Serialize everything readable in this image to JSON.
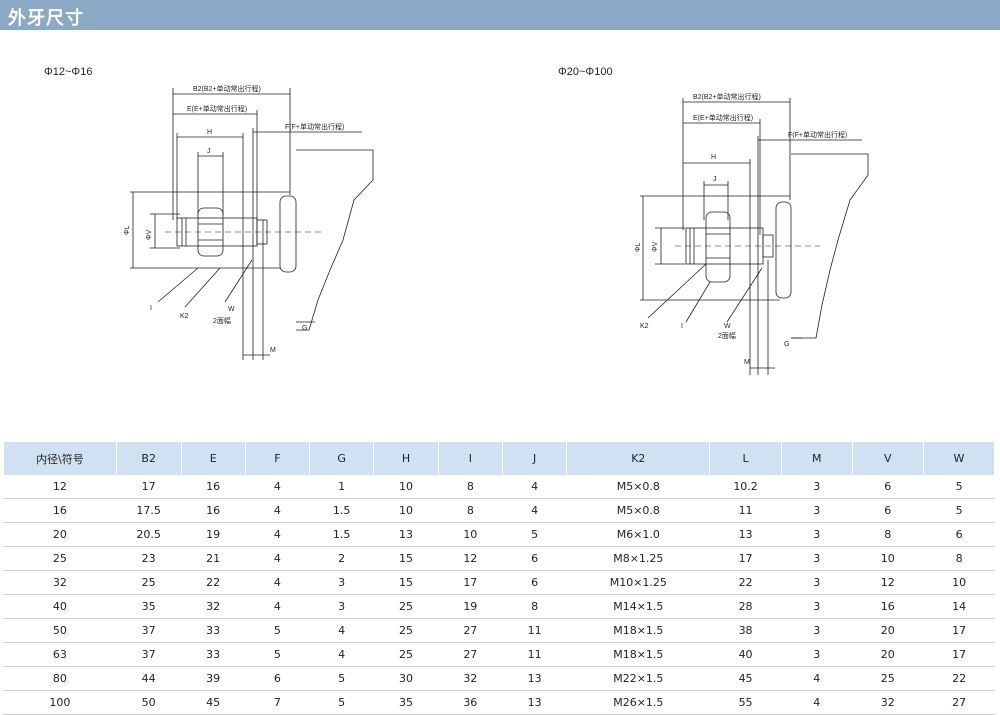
{
  "header": {
    "title": "外牙尺寸"
  },
  "diagrams": [
    {
      "range_label": "Φ12~Φ16",
      "labels": {
        "b2": "B2(B2+单动常出行程)",
        "e": "E(E+单动常出行程)",
        "f": "F(F+单动常出行程)",
        "h": "H",
        "j": "J",
        "l": "ΦL",
        "v": "ΦV",
        "i": "I",
        "k2": "K2",
        "w": "W",
        "w_note": "2面幅",
        "g": "G",
        "m": "M"
      }
    },
    {
      "range_label": "Φ20~Φ100",
      "labels": {
        "b2": "B2(B2+单动常出行程)",
        "e": "E(E+单动常出行程)",
        "f": "F(F+单动常出行程)",
        "h": "H",
        "j": "J",
        "l": "ΦL",
        "v": "ΦV",
        "k2": "K2",
        "i": "I",
        "w": "W",
        "w_note": "2面幅",
        "g": "G",
        "m": "M"
      }
    }
  ],
  "table": {
    "headers": [
      "内径\\符号",
      "B2",
      "E",
      "F",
      "G",
      "H",
      "I",
      "J",
      "K2",
      "L",
      "M",
      "V",
      "W"
    ],
    "rows": [
      [
        "12",
        "17",
        "16",
        "4",
        "1",
        "10",
        "8",
        "4",
        "M5×0.8",
        "10.2",
        "3",
        "6",
        "5"
      ],
      [
        "16",
        "17.5",
        "16",
        "4",
        "1.5",
        "10",
        "8",
        "4",
        "M5×0.8",
        "11",
        "3",
        "6",
        "5"
      ],
      [
        "20",
        "20.5",
        "19",
        "4",
        "1.5",
        "13",
        "10",
        "5",
        "M6×1.0",
        "13",
        "3",
        "8",
        "6"
      ],
      [
        "25",
        "23",
        "21",
        "4",
        "2",
        "15",
        "12",
        "6",
        "M8×1.25",
        "17",
        "3",
        "10",
        "8"
      ],
      [
        "32",
        "25",
        "22",
        "4",
        "3",
        "15",
        "17",
        "6",
        "M10×1.25",
        "22",
        "3",
        "12",
        "10"
      ],
      [
        "40",
        "35",
        "32",
        "4",
        "3",
        "25",
        "19",
        "8",
        "M14×1.5",
        "28",
        "3",
        "16",
        "14"
      ],
      [
        "50",
        "37",
        "33",
        "5",
        "4",
        "25",
        "27",
        "11",
        "M18×1.5",
        "38",
        "3",
        "20",
        "17"
      ],
      [
        "63",
        "37",
        "33",
        "5",
        "4",
        "25",
        "27",
        "11",
        "M18×1.5",
        "40",
        "3",
        "20",
        "17"
      ],
      [
        "80",
        "44",
        "39",
        "6",
        "5",
        "30",
        "32",
        "13",
        "M22×1.5",
        "45",
        "4",
        "25",
        "22"
      ],
      [
        "100",
        "50",
        "45",
        "7",
        "5",
        "35",
        "36",
        "13",
        "M26×1.5",
        "55",
        "4",
        "32",
        "27"
      ]
    ]
  }
}
